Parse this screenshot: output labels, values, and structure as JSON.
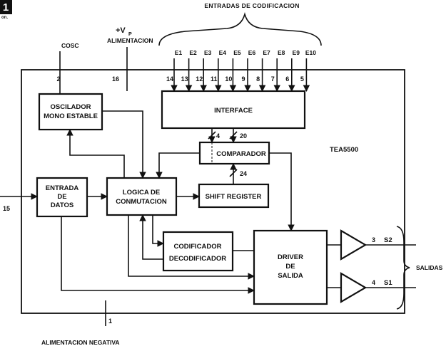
{
  "figure_number": "1",
  "figure_tag": "on.",
  "chip": "TEA5500",
  "title_inputs": "ENTRADAS DE CODIFICACION",
  "supply": {
    "label": "+V",
    "sub": "P",
    "name": "ALIMENTACION"
  },
  "osc_label": "COSC",
  "ground_label": "ALIMENTACION NEGATIVA",
  "outputs_label": "SALIDAS",
  "inputs": [
    {
      "label": "E1",
      "pin": "14"
    },
    {
      "label": "E2",
      "pin": "13"
    },
    {
      "label": "E3",
      "pin": "12"
    },
    {
      "label": "E4",
      "pin": "11"
    },
    {
      "label": "E5",
      "pin": "10"
    },
    {
      "label": "E6",
      "pin": "9"
    },
    {
      "label": "E7",
      "pin": "8"
    },
    {
      "label": "E8",
      "pin": "7"
    },
    {
      "label": "E9",
      "pin": "6"
    },
    {
      "label": "E10",
      "pin": "5"
    }
  ],
  "pins": {
    "osc": "2",
    "supply": "16",
    "data_in": "15",
    "ground": "1",
    "out_s2": "3",
    "out_s1": "4"
  },
  "outputs": {
    "s2": "S2",
    "s1": "S1"
  },
  "blocks": {
    "oscillator": [
      "OSCILADOR",
      "MONO ESTABLE"
    ],
    "interface": "INTERFACE",
    "comparator": "COMPARADOR",
    "data_input": [
      "ENTRADA",
      "DE",
      "DATOS"
    ],
    "switch_logic": [
      "LOGICA DE",
      "CONMUTACION"
    ],
    "shift_register": "SHIFT REGISTER",
    "codec": [
      "CODIFICADOR",
      "DECODIFICADOR"
    ],
    "driver": [
      "DRIVER",
      "DE",
      "SALIDA"
    ]
  },
  "buses": {
    "interface_out": "4",
    "interface_comp": "20",
    "comp_shift": "24"
  }
}
